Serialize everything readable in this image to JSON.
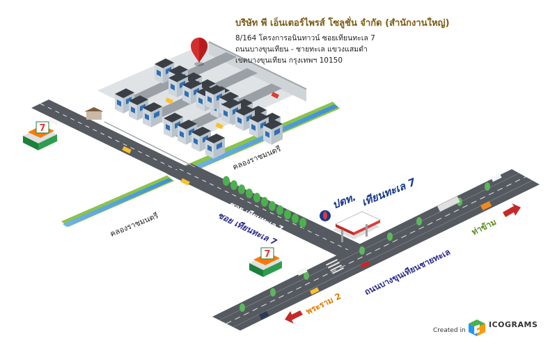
{
  "address": {
    "title": "บริษัท พี เอ็นเตอร์ไพรส์ โซลูชั่น จำกัด (สำนักงานใหญ่)",
    "line1": "8/164 โครงการอนินทาวน์ ซอยเทียนทะเล 7",
    "line2": "ถนนบางขุนเทียน - ชายทะเล แขวงแสมดำ",
    "line3": "เขตบางขุนเทียน กรุงเทพฯ 10150"
  },
  "labels": {
    "canal_upper": "คลองราชมนตรี",
    "canal_lower": "คลองราชมนตรี",
    "soi_on_road": "ซอย เทียนทะเล 7",
    "soi_under_road": "ซอย เทียนทะเล 7",
    "ptt_brand": "ปตท.",
    "ptt_branch": "เทียนทะเล 7",
    "main_road": "ถนนบางขุนเทียนชายทะเล",
    "direction_pier": "ท่าข้าม",
    "direction_rama2": "พระราม 2",
    "seven_eleven_upper": "7",
    "seven_eleven_lower": "7"
  },
  "credit": {
    "created_in": "Created in",
    "brand": "ICOGRAMS"
  },
  "icons": {
    "pin": "location-pin-icon",
    "store": "convenience-store-icon",
    "gas": "gas-station-icon",
    "logo": "icograms-logo-icon"
  },
  "colors": {
    "road": "#555a60",
    "road_line": "#e8e8e8",
    "canal": "#5aa3df",
    "canal_bank": "#8bc34a",
    "pin": "#d32f2f",
    "title": "#7a5a12",
    "soi_label": "#2c2c8a",
    "pier_label": "#5a8a1f",
    "rama2_label": "#e07b00",
    "arrow": "#c62828",
    "ptt_blue": "#1a3a8f"
  }
}
